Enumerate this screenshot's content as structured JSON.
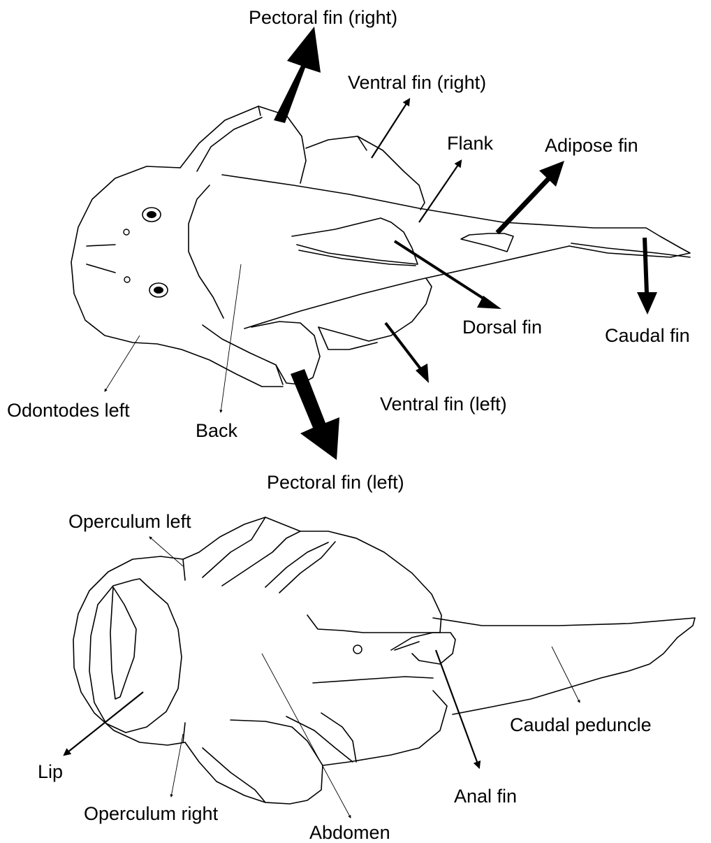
{
  "dorsal_view": {
    "labels": {
      "pectoral_fin_right": "Pectoral fin (right)",
      "ventral_fin_right": "Ventral fin (right)",
      "flank": "Flank",
      "adipose_fin": "Adipose fin",
      "dorsal_fin": "Dorsal fin",
      "caudal_fin": "Caudal fin",
      "odontodes_left": "Odontodes left",
      "back": "Back",
      "ventral_fin_left": "Ventral fin (left)",
      "pectoral_fin_left": "Pectoral fin (left)"
    }
  },
  "ventral_view": {
    "labels": {
      "operculum_left": "Operculum left",
      "caudal_peduncle": "Caudal peduncle",
      "lip": "Lip",
      "operculum_right": "Operculum right",
      "anal_fin": "Anal fin",
      "abdomen": "Abdomen"
    }
  }
}
